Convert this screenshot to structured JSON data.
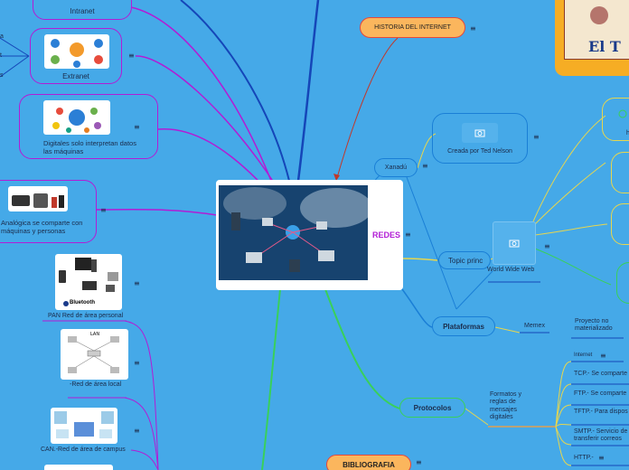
{
  "central": {
    "title": "REDES"
  },
  "branches": {
    "historia": "HISTORIA DEL INTERNET",
    "bibliografia": "BIBLIOGRAFIA",
    "xanadu": "Xanadú",
    "creada_por": "Creada por Ted Nelson",
    "topic": "Topic princ",
    "www": "World Wide Web",
    "plataformas": "Plataformas",
    "memex": "Memex",
    "proyecto": "Proyecto no materializado",
    "protocolos": "Protocolos",
    "formatos": "Formatos y reglas de mensajes digitales",
    "internet": "Internet",
    "tcp": "TCP.- Se comparte",
    "ftp": "FTP.- Se comparte",
    "tftp": "TFTP.- Para dispos",
    "smtp": "SMTP.- Servicio de transferir correos",
    "http": "HTTP.-",
    "right_h": "h"
  },
  "left_nodes": {
    "intranet": "Intranet",
    "extranet": "Extranet",
    "digitales": "Digitales solo interpretan datos las máquinas",
    "analogica": "Analógica se comparte con máquinas y personas",
    "pan": "PAN Red de área personal",
    "lan": "-Red de área local",
    "can": "CAN.-Red de área de campus",
    "bluetooth": "Bluetooth",
    "lan_img_label": "LAN",
    "left_edge_a": "a",
    "left_edge_t": "t",
    "left_edge_s": "s"
  },
  "logo_text": "El T",
  "icons": {
    "menu": "≡"
  },
  "colors": {
    "bg": "#45a9e8",
    "orange": "#fbb65d",
    "red": "#e4483c",
    "purple": "#b21cd6",
    "yellow": "#e6d64f",
    "green": "#39d05a",
    "blue": "#1546b8",
    "darkred": "#c0392b"
  }
}
